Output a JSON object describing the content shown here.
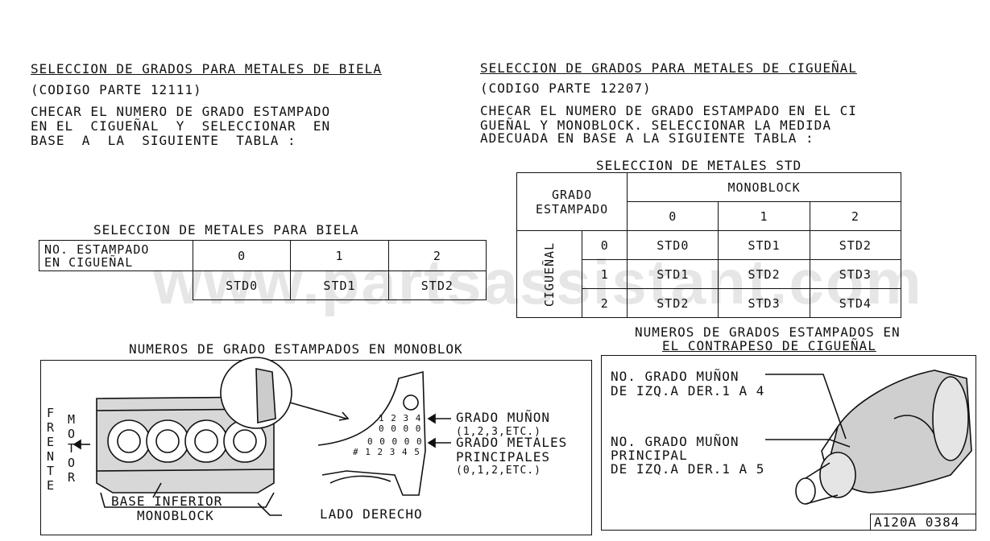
{
  "left": {
    "title": "SELECCION DE GRADOS PARA METALES DE BIELA",
    "code": "(CODIGO PARTE 12111)",
    "instructions": [
      "CHECAR EL NUMERO DE GRADO ESTAMPADO",
      "EN EL  CIGUEÑAL  Y  SELECCIONAR  EN",
      "BASE  A  LA  SIGUIENTE  TABLA :"
    ],
    "table_title": "SELECCION DE METALES PARA BIELA",
    "table": {
      "row_header": [
        "NO. ESTAMPADO",
        "EN CIGUEÑAL"
      ],
      "cols": [
        "0",
        "1",
        "2"
      ],
      "values": [
        "STD0",
        "STD1",
        "STD2"
      ]
    }
  },
  "right": {
    "title": "SELECCION DE GRADOS PARA METALES DE CIGUEÑAL",
    "code": "(CODIGO PARTE 12207)",
    "instructions": [
      "CHECAR EL NUMERO DE GRADO ESTAMPADO EN EL CI",
      "GUEÑAL Y MONOBLOCK. SELECCIONAR LA MEDIDA",
      "ADECUADA EN BASE A LA SIGUIENTE TABLA :"
    ],
    "table_title": "SELECCION DE METALES STD",
    "table": {
      "corner": [
        "GRADO",
        "ESTAMPADO"
      ],
      "col_group": "MONOBLOCK",
      "row_group": "CIGUEÑAL",
      "cols": [
        "0",
        "1",
        "2"
      ],
      "rows": [
        {
          "label": "0",
          "values": [
            "STD0",
            "STD1",
            "STD2"
          ]
        },
        {
          "label": "1",
          "values": [
            "STD1",
            "STD2",
            "STD3"
          ]
        },
        {
          "label": "2",
          "values": [
            "STD2",
            "STD3",
            "STD4"
          ]
        }
      ]
    }
  },
  "monoblock": {
    "title": "NUMEROS DE GRADO ESTAMPADOS EN MONOBLOK",
    "frente": "FRENTE",
    "motor": "MOTOR",
    "base_label": [
      "BASE INFERIOR",
      "MONOBLOCK"
    ],
    "side_label": "LADO DERECHO",
    "stamp_row1": "1 2 3 4",
    "stamp_row2": "0 0 0 0",
    "stamp_row3": "0 0 0 0 0",
    "stamp_row4": "# 1 2 3 4 5",
    "callout1": [
      "GRADO MUÑON",
      "(1,2,3,ETC.)"
    ],
    "callout2": [
      "GRADO METALES",
      "PRINCIPALES",
      "(0,1,2,ETC.)"
    ]
  },
  "crank": {
    "title": [
      "NUMEROS DE GRADOS ESTAMPADOS EN",
      "EL CONTRAPESO DE CIGUEÑAL"
    ],
    "label1": [
      "NO. GRADO MUÑON",
      "DE IZQ.A DER.1 A 4"
    ],
    "label2": [
      "NO. GRADO MUÑON",
      "PRINCIPAL",
      "DE IZQ.A DER.1 A 5"
    ],
    "ref": "A120A 0384"
  },
  "watermark": "www.partsassistant.com"
}
